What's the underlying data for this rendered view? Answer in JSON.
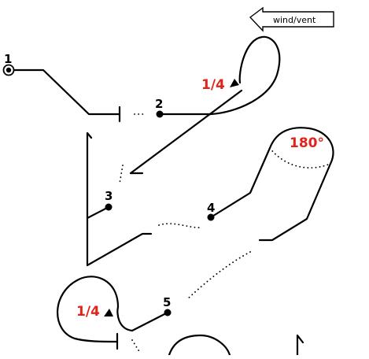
{
  "points": [
    "1",
    "2",
    "3",
    "4",
    "5"
  ],
  "wind_label": "wind/vent",
  "rotations": {
    "quarter_top": "1/4",
    "half": "180°",
    "quarter_bottom": "1/4"
  },
  "colors": {
    "stroke": "#000000",
    "accent": "#e2231a",
    "background": "#ffffff"
  }
}
